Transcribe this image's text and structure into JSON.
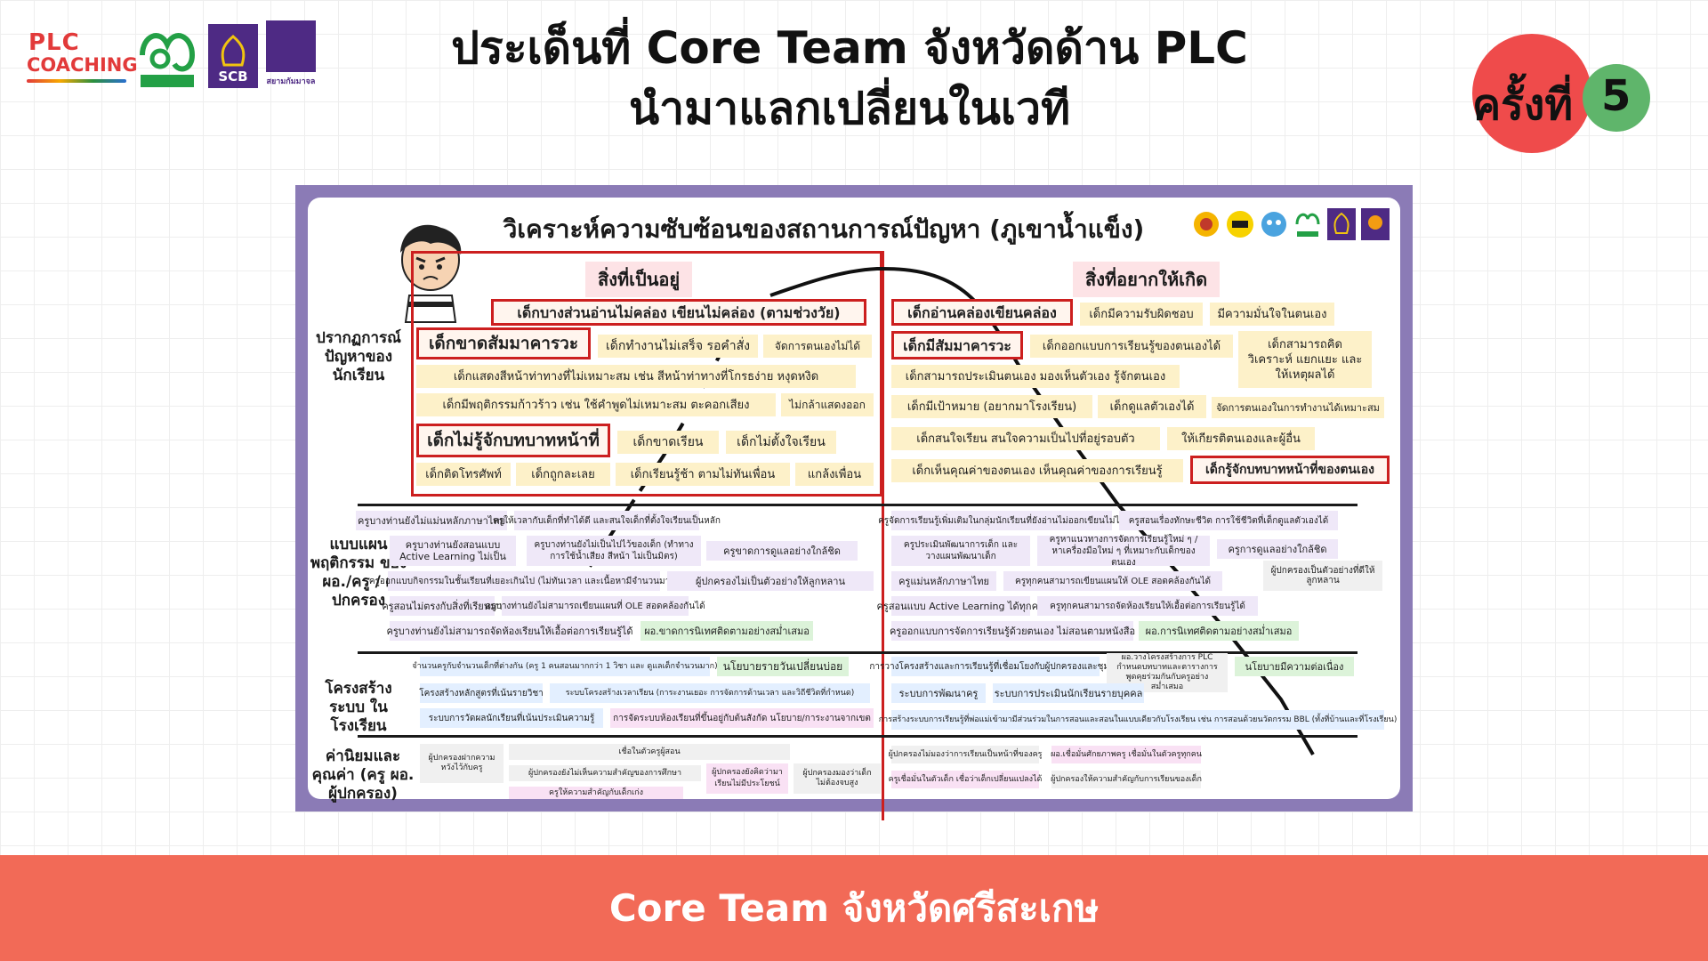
{
  "header": {
    "logos": {
      "plc_line1": "PLC",
      "plc_line2": "COACHING",
      "scb": "SCB",
      "siam": "สยามกัมมาจล"
    },
    "title_line1": "ประเด็นที่ Core Team จังหวัดด้าน PLC",
    "title_line2": "นำมาแลกเปลี่ยนในเวที",
    "round_label": "ครั้งที่",
    "round_number": "5"
  },
  "slide": {
    "title": "วิเคราะห์ความซับซ้อนของสถานการณ์ปัญหา (ภูเขาน้ำแข็ง)",
    "left_heading": "สิ่งที่เป็นอยู่",
    "right_heading": "สิ่งที่อยากให้เกิด",
    "row_labels": {
      "phenomena": "ปรากฏการณ์ ปัญหาของ นักเรียน",
      "behavior": "แบบแผน พฤติกรรม ของ ผอ./ครู / ผู้ปกครอง",
      "structure": "โครงสร้างระบบ ในโรงเรียน",
      "values": "ค่านิยมและคุณค่า (ครู ผอ. ผู้ปกครอง)"
    },
    "tags": [
      "เด็กบางส่วนอ่านไม่คล่อง เขียนไม่คล่อง (ตามช่วงวัย)",
      "เด็กขาดสัมมาคารวะ",
      "เด็กทำงานไม่เสร็จ รอคำสั่ง",
      "จัดการตนเองไม่ได้",
      "เด็กแสดงสีหน้าท่าทางที่ไม่เหมาะสม เช่น สีหน้าท่าทางที่โกรธง่าย หงุดหงิด",
      "เด็กมีพฤติกรรมก้าวร้าว เช่น ใช้คำพูดไม่เหมาะสม ตะคอกเสียง",
      "ไม่กล้าแสดงออก",
      "เด็กไม่รู้จักบทบาทหน้าที่",
      "เด็กขาดเรียน",
      "เด็กไม่ตั้งใจเรียน",
      "เด็กติดโทรศัพท์",
      "เด็กถูกละเลย",
      "เด็กเรียนรู้ช้า ตามไม่ทันเพื่อน",
      "แกล้งเพื่อน",
      "เด็กอ่านคล่องเขียนคล่อง",
      "เด็กมีความรับผิดชอบ",
      "มีความมั่นใจในตนเอง",
      "เด็กมีสัมมาคารวะ",
      "เด็กออกแบบการเรียนรู้ของตนเองได้",
      "เด็กสามารถคิด วิเคราะห์ แยกแยะ และ ให้เหตุผลได้",
      "เด็กสามารถประเมินตนเอง มองเห็นตัวเอง รู้จักตนเอง",
      "เด็กมีเป้าหมาย (อยากมาโรงเรียน)",
      "เด็กดูแลตัวเองได้",
      "จัดการตนเองในการทำงานได้เหมาะสม",
      "เด็กสนใจเรียน สนใจความเป็นไปที่อยู่รอบตัว",
      "ให้เกียรติตนเองและผู้อื่น",
      "เด็กเห็นคุณค่าของตนเอง เห็นคุณค่าของการเรียนรู้",
      "เด็กรู้จักบทบาทหน้าที่ของตนเอง",
      "ครูบางท่านยังไม่แม่นหลักภาษาไทย",
      "ครูให้เวลากับเด็กที่ทำได้ดี และสนใจเด็กที่ตั้งใจเรียนเป็นหลัก",
      "ครูบางท่านยังสอนแบบ Active Learning ไม่เป็น",
      "ครูบางท่านยังไม่เป็นไปไว้ของเด็ก (ทำทาง การใช้น้ำเสียง สีหน้า ไม่เป็นมิตร)",
      "ครูขาดการดูแลอย่างใกล้ชิด",
      "ครูออกแบบกิจกรรมในชั้นเรียนที่เยอะเกินไป (ไม่ทันเวลา และเนื้อหามีจำนวนมาก)",
      "ผู้ปกครองไม่เป็นตัวอย่างให้ลูกหลาน",
      "ครูสอนไม่ตรงกับสิ่งที่เรียนมา",
      "ครูบางท่านยังไม่สามารถเขียนแผนที่ OLE สอดคล้องกันได้",
      "ครูบางท่านยังไม่สามารถจัดห้องเรียนให้เอื้อต่อการเรียนรู้ได้",
      "ผอ.ขาดการนิเทศติดตามอย่างสม่ำเสมอ",
      "ครูจัดการเรียนรู้เพิ่มเติมในกลุ่มนักเรียนที่ยังอ่านไม่ออกเขียนไม่ได้",
      "ครูสอนเรื่องทักษะชีวิต การใช้ชีวิตที่เด็กดูแลตัวเองได้",
      "ครูประเมินพัฒนาการเด็ก และวางแผนพัฒนาเด็ก",
      "ครูหาแนวทางการจัดการเรียนรู้ใหม่ ๆ / หาเครื่องมือใหม่ ๆ ที่เหมาะกับเด็กของตนเอง",
      "ครูการดูแลอย่างใกล้ชิด",
      "ผู้ปกครองเป็นตัวอย่างที่ดีให้ลูกหลาน",
      "ครูแม่นหลักภาษาไทย",
      "ครูทุกคนสามารถเขียนแผนให้ OLE สอดคล้องกันได้",
      "ครูสอนแบบ Active Learning ได้ทุกคน",
      "ครูทุกคนสามารถจัดห้องเรียนให้เอื้อต่อการเรียนรู้ได้",
      "ครูออกแบบการจัดการเรียนรู้ด้วยตนเอง ไม่สอนตามหนังสือ",
      "ผอ.การนิเทศติดตามอย่างสม่ำเสมอ",
      "จำนวนครูกับจำนวนเด็กที่ต่างกัน (ครู 1 คนสอนมากกว่า 1 วิชา และ ดูแลเด็กจำนวนมาก)",
      "นโยบายรายวันเปลี่ยนบ่อย",
      "โครงสร้างหลักสูตรที่เน้นรายวิชา",
      "ระบบโครงสร้างเวลาเรียน (การะงานเยอะ การจัดการด้านเวลา และวิถีชีวิตที่กำหนด)",
      "ระบบการวัดผลนักเรียนที่เน้นประเมินความรู้",
      "การจัดระบบห้องเรียนที่ขึ้นอยู่กับต้นสังกัด นโยบาย/การะงานจากเขต",
      "การวางโครงสร้างและการเรียนรู้ที่เชื่อมโยงกับผู้ปกครองและชุมชน",
      "ผอ.วางโครงสร้างการ PLC กำหนดบทบาทและตารางการพูดคุยร่วมกันกับครูอย่างสม่ำเสมอ",
      "นโยบายมีความต่อเนื่อง",
      "ระบบการพัฒนาครู",
      "ระบบการประเมินนักเรียนรายบุคคล",
      "การสร้างระบบการเรียนรู้ที่พ่อแม่เข้ามามีส่วนร่วมในการสอนและสอนในแบบเดียวกับโรงเรียน เช่น การสอนด้วยนวัตกรรม BBL (ทั้งที่บ้านและที่โรงเรียน)",
      "ผู้ปกครองฝากความหวังไว้กับครู",
      "เชื่อในตัวครูผู้สอน",
      "ผู้ปกครองยังไม่เห็นความสำคัญของการศึกษา",
      "ผู้ปกครองยังคิดว่ามาเรียนไม่มีประโยชน์",
      "ผู้ปกครองมองว่าเด็กไม่ต้องจบสูง",
      "ครูให้ความสำคัญกับเด็กเก่ง",
      "ผู้ปกครองไม่มองว่าการเรียนเป็นหน้าที่ของครู",
      "ผอ.เชื่อมั่นศักยภาพครู เชื่อมั่นในตัวครูทุกคน",
      "ครูเชื่อมั่นในตัวเด็ก เชื่อว่าเด็กเปลี่ยนแปลงได้",
      "ผู้ปกครองให้ความสำคัญกับการเรียนของเด็ก"
    ]
  },
  "footer": {
    "text": "Core Team จังหวัดศรีสะเกษ"
  },
  "colors": {
    "footer_bg": "#f26a57",
    "slide_frame": "#8b7bb6",
    "frame_red": "#cc1f1f",
    "badge_red": "#ef4b4b",
    "badge_green": "#5fb56b"
  }
}
